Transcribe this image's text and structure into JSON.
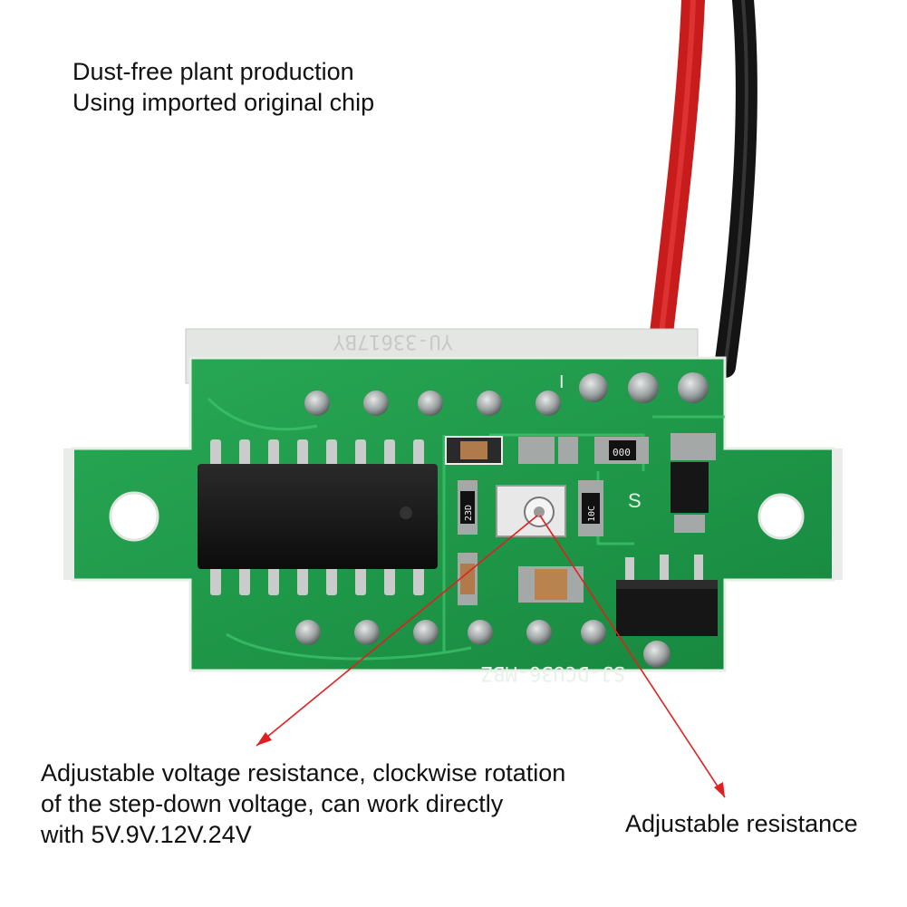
{
  "captions": {
    "top": [
      "Dust-free plant production",
      "Using imported original chip"
    ],
    "left": [
      "Adjustable voltage resistance, clockwise rotation",
      "of the step-down voltage, can work directly",
      "with 5V.9V.12V.24V"
    ],
    "right": "Adjustable resistance"
  },
  "board": {
    "top_label": "YU-33617BY",
    "bottom_label": "SJ-DCU36-MBZ",
    "silk_s": "S",
    "silk_i": "I",
    "resistor_codes": [
      "000",
      "10C",
      "23D"
    ]
  },
  "colors": {
    "pcb": "#1f9a4a",
    "wire_red": "#d61f1f",
    "wire_black": "#1a1a1a",
    "pointer": "#e02020"
  }
}
